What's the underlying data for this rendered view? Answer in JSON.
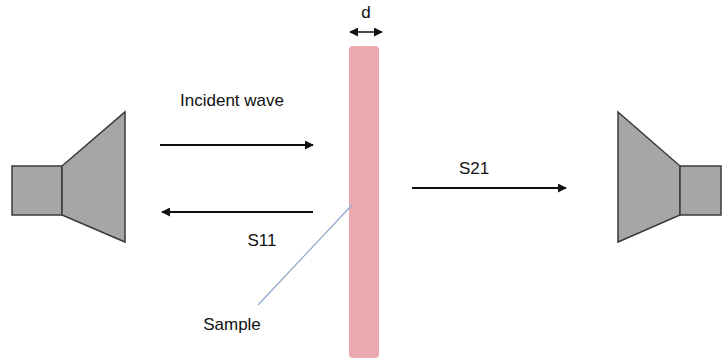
{
  "diagram": {
    "labels": [
      "d",
      "Incident wave",
      "S11",
      "S21",
      "Sample"
    ]
  }
}
